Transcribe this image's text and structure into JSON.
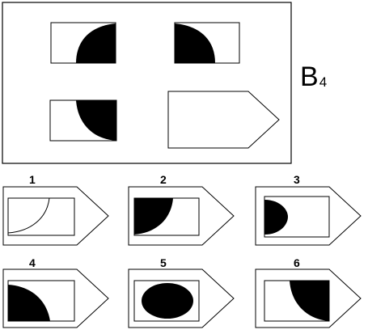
{
  "puzzle": {
    "id_letter": "B",
    "id_number": "4"
  },
  "options": [
    {
      "number": "1"
    },
    {
      "number": "2"
    },
    {
      "number": "3"
    },
    {
      "number": "4"
    },
    {
      "number": "5"
    },
    {
      "number": "6"
    }
  ],
  "colors": {
    "ink": "#000000",
    "paper": "#ffffff"
  }
}
